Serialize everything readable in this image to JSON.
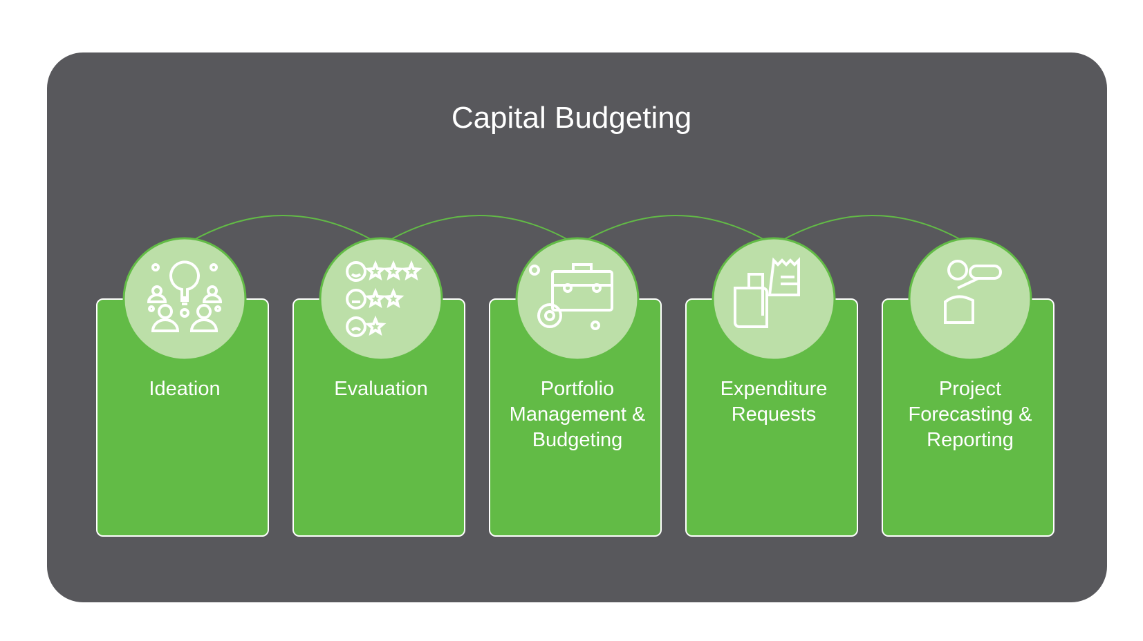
{
  "title": "Capital Budgeting",
  "colors": {
    "background": "#58585c",
    "card": "#62bb46",
    "circle": "#bcdfa8",
    "connector": "#62bb46"
  },
  "steps": [
    {
      "label": "Ideation",
      "icon": "lightbulb-people-icon"
    },
    {
      "label": "Evaluation",
      "icon": "star-rating-icon"
    },
    {
      "label": "Portfolio Management & Budgeting",
      "icon": "briefcase-gear-icon"
    },
    {
      "label": "Expenditure Requests",
      "icon": "wallet-receipt-icon"
    },
    {
      "label": "Project Forecasting & Reporting",
      "icon": "person-binoculars-icon"
    }
  ]
}
